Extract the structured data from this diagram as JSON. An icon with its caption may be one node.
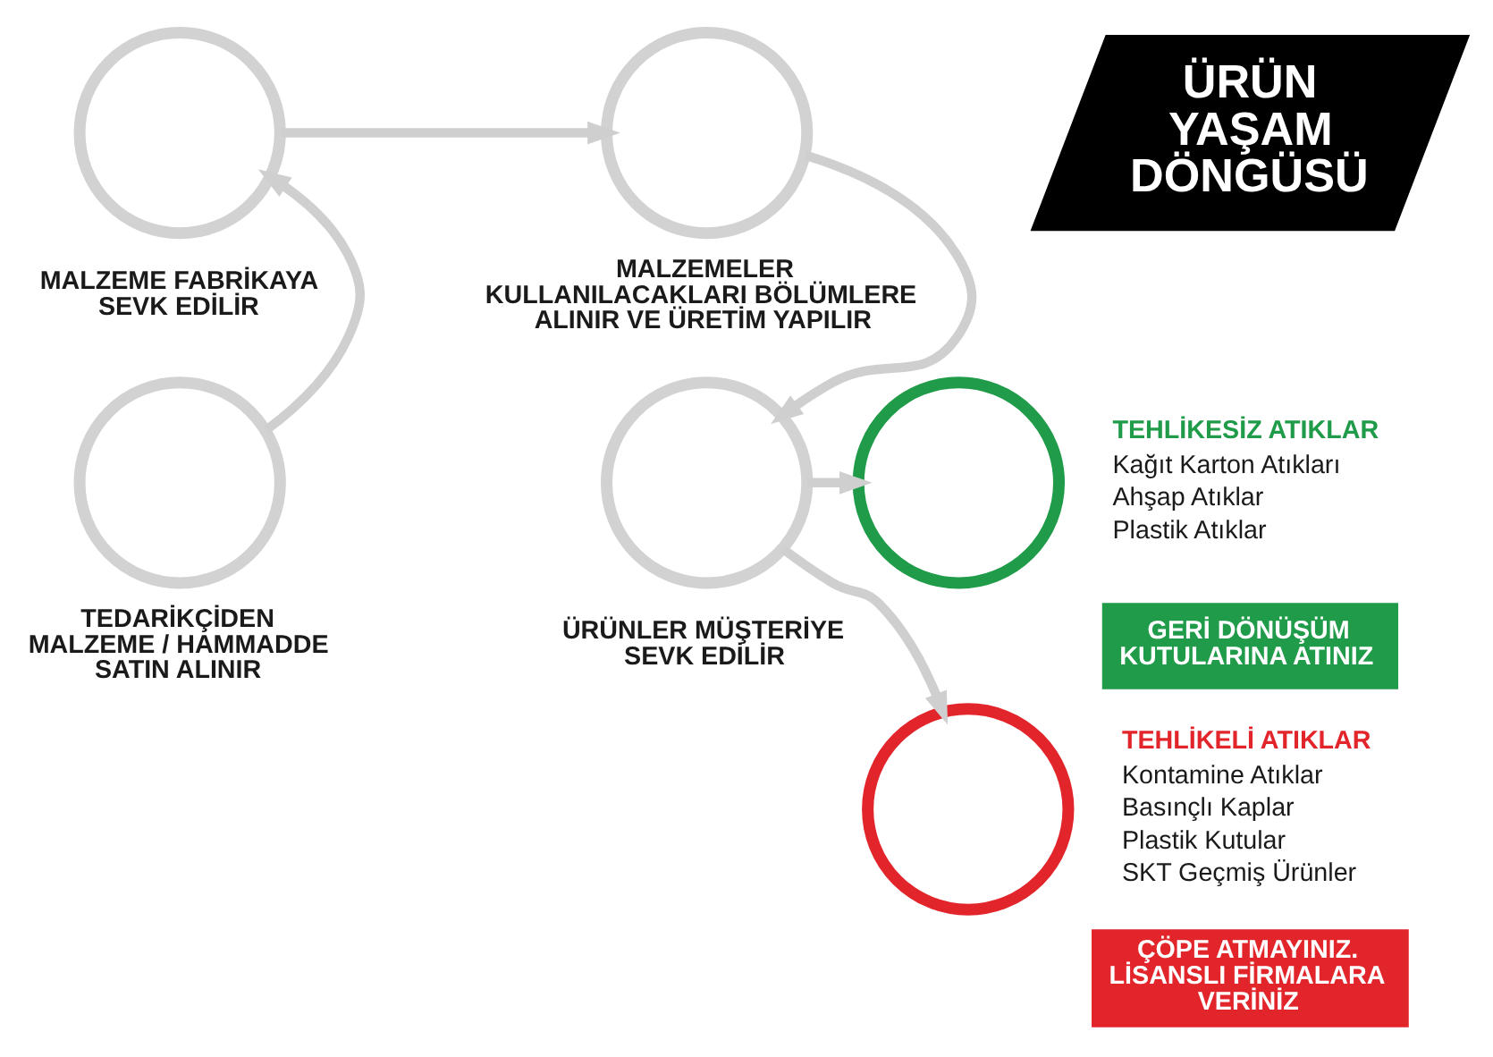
{
  "diagram": {
    "nodes": [
      {
        "text": [],
        "shape": "circle",
        "beside": [
          "MALZEME FABRİKAYA SEVK EDİLİR"
        ]
      },
      {
        "text": [],
        "shape": "circle",
        "beside": [
          "MALZEMELER KULLANILACAKLARI BÖLÜMLERE ALINIR VE ÜRETİM YAPILIR"
        ]
      },
      {
        "text": [
          "ÜRÜN YAŞAM DÖNGÜSÜ"
        ]
      },
      {
        "text": [],
        "shape": "circle",
        "beside": [
          "TEHLİKESİZ ATIKLAR",
          "Kağıt Karton Atıkları",
          "Ahşap Atıklar",
          "Plastik Atıklar"
        ]
      },
      {
        "text": [
          "GERİ DÖNÜŞÜM KUTULARINA ATINIZ"
        ]
      },
      {
        "text": [],
        "shape": "circle",
        "beside": [
          "TEDARİKÇİDEN MALZEME / HAMMADDE SATIN ALINIR"
        ]
      },
      {
        "text": [],
        "shape": "circle",
        "beside": [
          "ÜRÜNLER MÜŞTERİYE SEVK EDİLİR"
        ]
      },
      {
        "text": [],
        "shape": "circle",
        "beside": [
          "TEHLİKELİ ATIKLAR",
          "Kontamine Atıklar",
          "Basınçlı Kaplar",
          "Plastik Kutular",
          "SKT Geçmiş Ürünler"
        ]
      },
      {
        "text": [
          "ÇÖPE ATMAYINIZ. LİSANSLI FİRMALARA VERİNİZ"
        ]
      }
    ],
    "edges": [
      {
        "from": 5,
        "to": 0,
        "arrow": "to"
      },
      {
        "from": 0,
        "to": 1,
        "arrow": "to"
      },
      {
        "from": 1,
        "to": 6,
        "arrow": "to"
      },
      {
        "from": 6,
        "to": 3,
        "arrow": "to"
      },
      {
        "from": 6,
        "to": 7,
        "arrow": "to"
      }
    ]
  }
}
